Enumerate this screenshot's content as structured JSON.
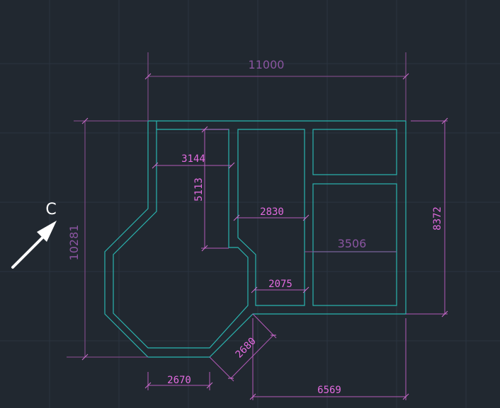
{
  "background_color": "#212830",
  "wall_color": "#2bb5b0",
  "dimension_color": "#b45ab8",
  "dimensions": {
    "top_width": "11000",
    "left_height": "10281",
    "right_height": "8372",
    "room_width_left": "3144",
    "room_height_left": "5113",
    "mid_room_width": "2830",
    "mid_room_bottom_width": "2075",
    "right_room_label": "3506",
    "bottom_left_width": "2670",
    "diagonal_length": "2680",
    "bottom_right_width": "6569"
  },
  "view_marker": {
    "label": "C",
    "icon": "arrow-up-right-icon"
  }
}
